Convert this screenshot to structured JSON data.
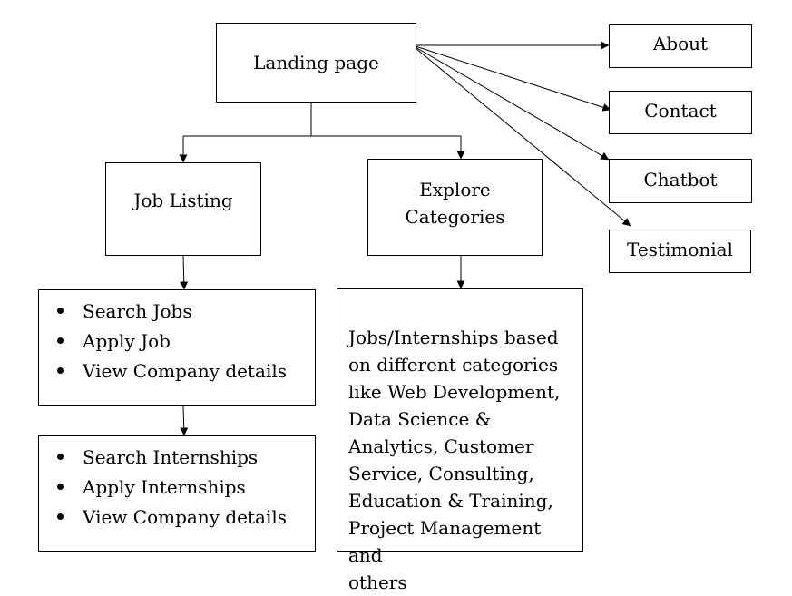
{
  "nodes": {
    "landing": "Landing page",
    "about": "About",
    "contact": "Contact",
    "chatbot": "Chatbot",
    "testimonial": "Testimonial",
    "job_listing": "Job Listing",
    "explore_categories": "Explore\nCategories",
    "jobs_features": [
      "Search Jobs",
      "Apply Job",
      "View Company details"
    ],
    "internship_features": [
      "Search Internships",
      "Apply Internships",
      "View Company details"
    ],
    "categories_description": "Jobs/Internships based\non different categories\nlike Web Development,\nData Science &\nAnalytics, Customer\nService, Consulting,\nEducation & Training,\nProject Management and\nothers"
  },
  "colors": {
    "line": "#000000",
    "box_border": "#000000",
    "background": "#ffffff"
  }
}
